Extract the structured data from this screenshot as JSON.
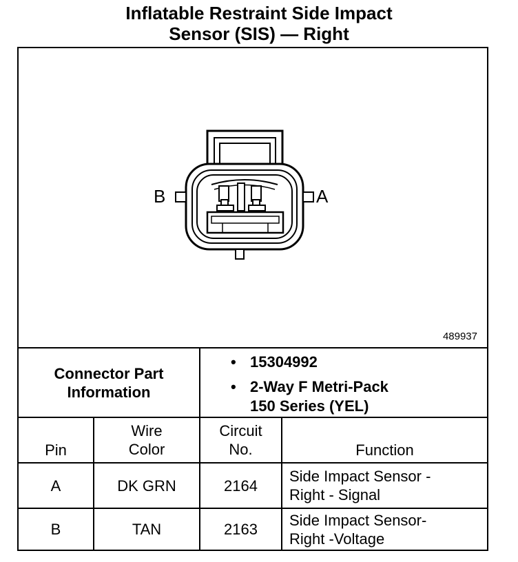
{
  "title": {
    "line1": "Inflatable Restraint Side Impact",
    "line2": "Sensor (SIS) — Right"
  },
  "diagram": {
    "pin_a_label": "A",
    "pin_b_label": "B",
    "figure_number": "489937"
  },
  "connector_info": {
    "label_line1": "Connector Part",
    "label_line2": "Information",
    "items": [
      {
        "bullet": "•",
        "line1": "15304992",
        "line2": ""
      },
      {
        "bullet": "•",
        "line1": "2-Way F Metri-Pack",
        "line2": "150 Series (YEL)"
      }
    ]
  },
  "table": {
    "headers": {
      "pin": "Pin",
      "wire_color_line1": "Wire",
      "wire_color_line2": "Color",
      "circuit_line1": "Circuit",
      "circuit_line2": "No.",
      "function": "Function"
    },
    "rows": [
      {
        "pin": "A",
        "wire_color": "DK GRN",
        "circuit": "2164",
        "function_line1": "Side Impact Sensor -",
        "function_line2": "Right - Signal"
      },
      {
        "pin": "B",
        "wire_color": "TAN",
        "circuit": "2163",
        "function_line1": "Side Impact Sensor-",
        "function_line2": "Right -Voltage"
      }
    ]
  }
}
